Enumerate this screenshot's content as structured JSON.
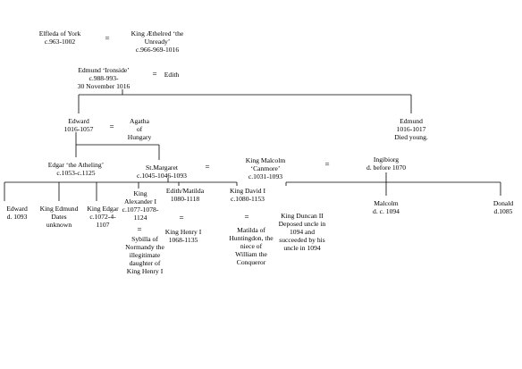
{
  "people": {
    "elfleda": {
      "lines": [
        "Elfleda of York",
        "c.963-1002"
      ]
    },
    "aethelred": {
      "lines": [
        "King Æthelred ‘the",
        "Unready’",
        "c.966-969-1016"
      ]
    },
    "edmund_ironside": {
      "lines": [
        "Edmund ‘Ironside’",
        "c.988-993-",
        "30 November 1016"
      ]
    },
    "edith": {
      "lines": [
        "Edith"
      ]
    },
    "edward": {
      "lines": [
        "Edward",
        "1016-1057"
      ]
    },
    "agatha": {
      "lines": [
        "Agatha",
        "of",
        "Hungary"
      ]
    },
    "edmund_young": {
      "lines": [
        "Edmund",
        "1016-1017",
        "Died young."
      ]
    },
    "edgar_atheling": {
      "lines": [
        "Edgar ‘the Atheling’",
        "c.1053-c.1125"
      ]
    },
    "st_margaret": {
      "lines": [
        "St.Margaret",
        "c.1045-1046-1093"
      ]
    },
    "malcolm_canmore": {
      "lines": [
        "King Malcolm",
        "‘Canmore’",
        "c.1031-1093"
      ]
    },
    "ingibiorg": {
      "lines": [
        "Ingibiorg",
        "d. before 1070"
      ]
    },
    "edward_1093": {
      "lines": [
        "Edward",
        "d. 1093"
      ]
    },
    "king_edmund": {
      "lines": [
        "King Edmund",
        "Dates",
        "unknown"
      ]
    },
    "king_edgar": {
      "lines": [
        "King Edgar",
        "c.1072-4-",
        "1107"
      ]
    },
    "alexander": {
      "lines": [
        "King",
        "Alexander I",
        "c.1077-1078-",
        "1124"
      ]
    },
    "edith_matilda": {
      "lines": [
        "Edith/Matilda",
        "1080-1118"
      ]
    },
    "david": {
      "lines": [
        "King David I",
        "c.1080-1153"
      ]
    },
    "duncan": {
      "lines": [
        "King Duncan II",
        "Deposed uncle in",
        "1094 and",
        "succeeded by his",
        "uncle in 1094"
      ]
    },
    "malcolm_1094": {
      "lines": [
        "Malcolm",
        "d. c. 1094"
      ]
    },
    "donald": {
      "lines": [
        "Donald",
        "d.1085"
      ]
    },
    "sybilla": {
      "lines": [
        "Sybilla of",
        "Normandy the",
        "illegitimate",
        "daughter of",
        "King Henry I"
      ]
    },
    "henry": {
      "lines": [
        "King Henry I",
        "1068-1135"
      ]
    },
    "matilda_huntingdon": {
      "lines": [
        "Matilda of",
        "Huntingdon, the",
        "niece of",
        "William the",
        "Conqueror"
      ]
    }
  },
  "marriage_symbol": "="
}
